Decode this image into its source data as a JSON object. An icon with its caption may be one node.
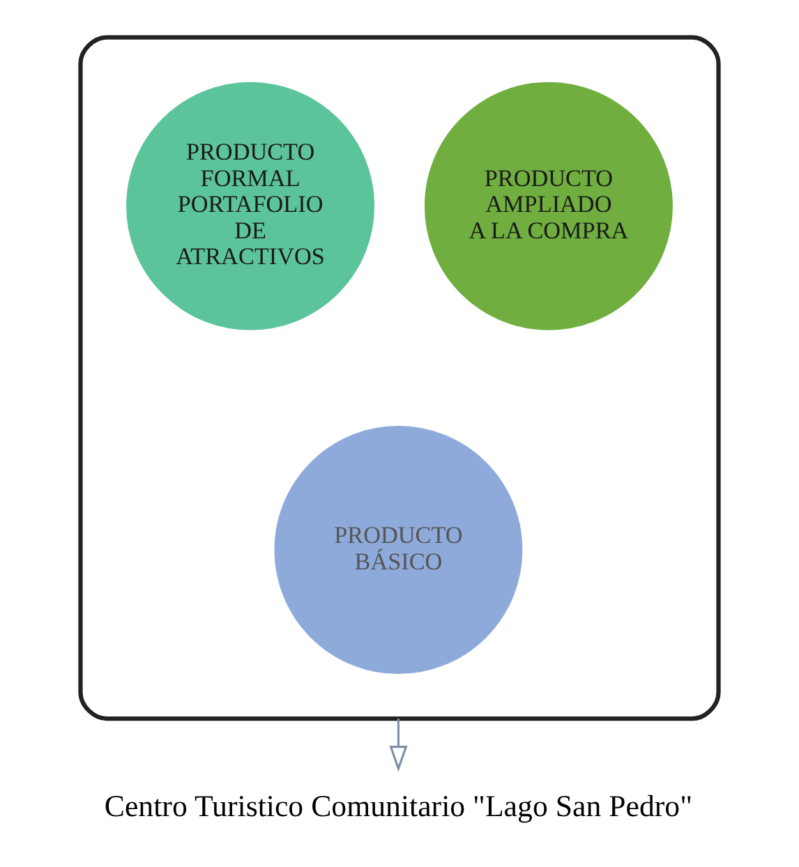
{
  "diagram": {
    "nodes": [
      {
        "text": [],
        "shape": "funnel"
      },
      {
        "text": [
          "PRODUCTO FORMAL",
          "PORTAFOLIO DE ATRACTIVOS"
        ],
        "in": 0
      },
      {
        "text": [
          "PRODUCTO AMPLIADO",
          "A LA COMPRA"
        ],
        "in": 0
      },
      {
        "text": [
          "PRODUCTO BÁSICO"
        ],
        "in": 0
      },
      {
        "text": [
          "Centro Turistico Comunitario \"Lago San Pedro\""
        ]
      }
    ],
    "edges": [
      {
        "from": 0,
        "to": 4,
        "arrow": "to"
      }
    ]
  }
}
